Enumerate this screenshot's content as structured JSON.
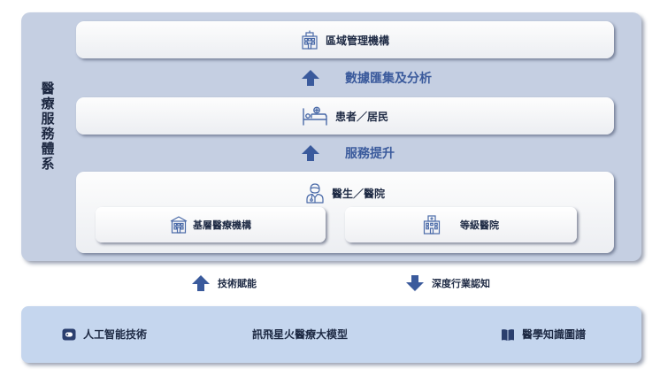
{
  "system": {
    "label": "醫療服務體系",
    "region_card": "區域管理機構",
    "flow_data": "數據匯集及分析",
    "patient_card": "患者／居民",
    "flow_service": "服務提升",
    "doctor_card": "醫生／醫院",
    "primary_card": "基層醫療機構",
    "grade_card": "等級醫院"
  },
  "links": {
    "empower": "技術賦能",
    "insight": "深度行業認知"
  },
  "model_bar": {
    "ai": "人工智能技術",
    "model": "訊飛星火醫療大模型",
    "kg": "醫學知識圖譜"
  },
  "colors": {
    "panel": "#c5cfe2",
    "model_bar": "#c5d6ee",
    "arrow": "#3a5a9c",
    "text": "#1e2a44"
  },
  "icons": [
    "building-icon",
    "patient-bed-icon",
    "doctor-icon",
    "clinic-icon",
    "hospital-icon",
    "up-arrow-icon",
    "down-arrow-icon",
    "ai-chip-icon",
    "book-icon"
  ]
}
